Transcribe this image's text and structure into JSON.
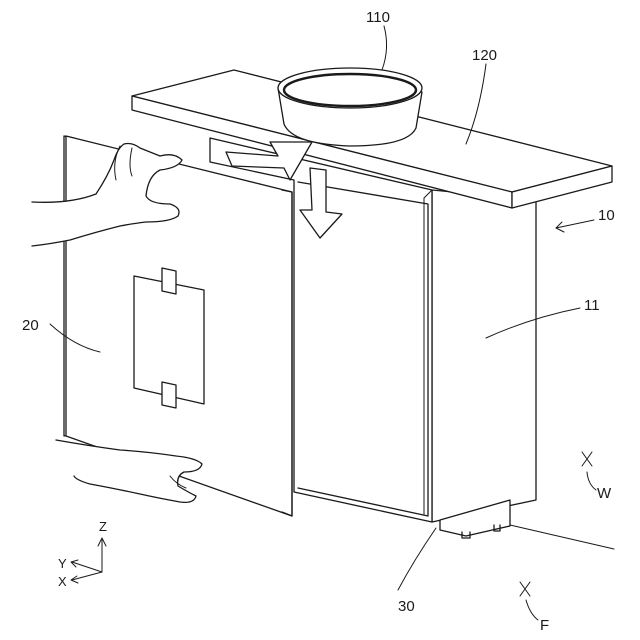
{
  "labels": {
    "bowl": "110",
    "counter": "120",
    "cabinet": "10",
    "side_panel": "11",
    "door": "20",
    "base": "30",
    "w_marker": "W",
    "f_marker": "F"
  },
  "axes": {
    "z": "Z",
    "y": "Y",
    "x": "X"
  }
}
